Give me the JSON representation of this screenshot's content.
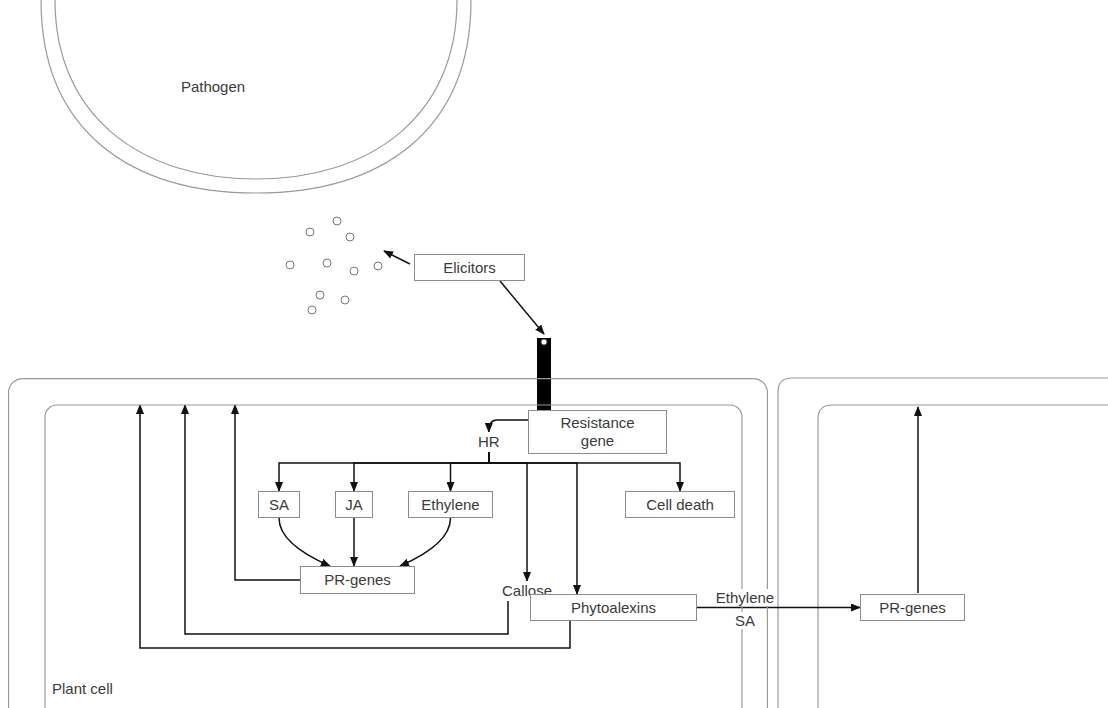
{
  "diagram": {
    "nodes": [
      {
        "text": [
          "Pathogen"
        ]
      },
      {
        "text": [
          "Elicitors"
        ]
      },
      {
        "text": [
          "Plant cell"
        ]
      },
      {
        "text": [
          "Resistance gene"
        ],
        "in": 2
      },
      {
        "text": [
          "HR"
        ],
        "in": 2
      },
      {
        "text": [
          "SA"
        ],
        "in": 2
      },
      {
        "text": [
          "JA"
        ],
        "in": 2
      },
      {
        "text": [
          "Ethylene"
        ],
        "in": 2
      },
      {
        "text": [
          "Cell death"
        ],
        "in": 2
      },
      {
        "text": [
          "PR-genes"
        ],
        "in": 2
      },
      {
        "text": [
          "Callose"
        ],
        "in": 2
      },
      {
        "text": [
          "Phytoalexins"
        ],
        "in": 2
      },
      {
        "text": [
          "PR-genes"
        ]
      }
    ],
    "edges": [
      {
        "from": 1,
        "to": 3,
        "arrow": "to"
      },
      {
        "from": 3,
        "to": 4,
        "arrow": "to"
      },
      {
        "from": 4,
        "to": 5,
        "arrow": "to"
      },
      {
        "from": 4,
        "to": 6,
        "arrow": "to"
      },
      {
        "from": 4,
        "to": 7,
        "arrow": "to"
      },
      {
        "from": 4,
        "to": 10,
        "arrow": "to"
      },
      {
        "from": 4,
        "to": 11,
        "arrow": "to"
      },
      {
        "from": 4,
        "to": 8,
        "arrow": "to"
      },
      {
        "from": 5,
        "to": 9,
        "arrow": "to"
      },
      {
        "from": 6,
        "to": 9,
        "arrow": "to"
      },
      {
        "from": 7,
        "to": 9,
        "arrow": "to"
      },
      {
        "from": 9,
        "to": 2,
        "arrow": "to"
      },
      {
        "from": 10,
        "to": 2,
        "arrow": "to"
      },
      {
        "from": 11,
        "to": 2,
        "arrow": "to"
      },
      {
        "from": 11,
        "to": 12,
        "label": "Ethylene",
        "arrow": "to"
      }
    ],
    "labels": [
      "SA"
    ]
  }
}
